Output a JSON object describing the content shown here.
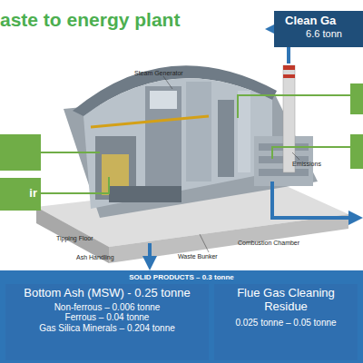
{
  "diagram": {
    "title": "aste to energy plant",
    "nodes": [
      {
        "text": [
          "Clean Ga",
          "6.6 tonn"
        ]
      },
      {
        "text": [
          "ir"
        ]
      },
      {
        "text": [
          "SOLID PRODUCTS – 0.3 tonne"
        ]
      },
      {
        "text": [
          "Bottom Ash (MSW) - 0.25 tonne",
          "Non-ferrous – 0.006 tonne",
          "Ferrous – 0.04 tonne",
          "Gas Silica Minerals – 0.204 tonne"
        ],
        "in": 2
      },
      {
        "text": [
          "Flue Gas Cleaning Residue",
          "0.025 tonne – 0.05 tonne"
        ],
        "in": 2
      }
    ],
    "labels": [
      "Steam Generator",
      "Emissions",
      "Tipping Floor",
      "Waste Bunker",
      "Combustion Chamber",
      "Ash Handling"
    ]
  }
}
